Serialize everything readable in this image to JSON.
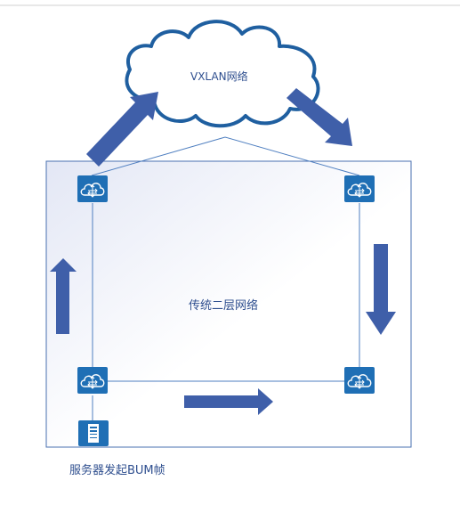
{
  "cloud": {
    "label": "VXLAN网络"
  },
  "l2_network": {
    "label": "传统二层网络"
  },
  "server": {
    "label": "服务器发起BUM帧"
  },
  "colors": {
    "device_fill": "#1f6fb5",
    "arrow_fill": "#3f5fa9",
    "link_line": "#4f7fc0",
    "box_border": "#4a70b0",
    "cloud_stroke": "#1f5fa0"
  },
  "devices": [
    {
      "id": "switch-top-left",
      "icon": "switch-icon"
    },
    {
      "id": "switch-top-right",
      "icon": "switch-icon"
    },
    {
      "id": "switch-bottom-left",
      "icon": "switch-icon"
    },
    {
      "id": "switch-bottom-right",
      "icon": "switch-icon"
    },
    {
      "id": "server",
      "icon": "server-icon"
    }
  ]
}
